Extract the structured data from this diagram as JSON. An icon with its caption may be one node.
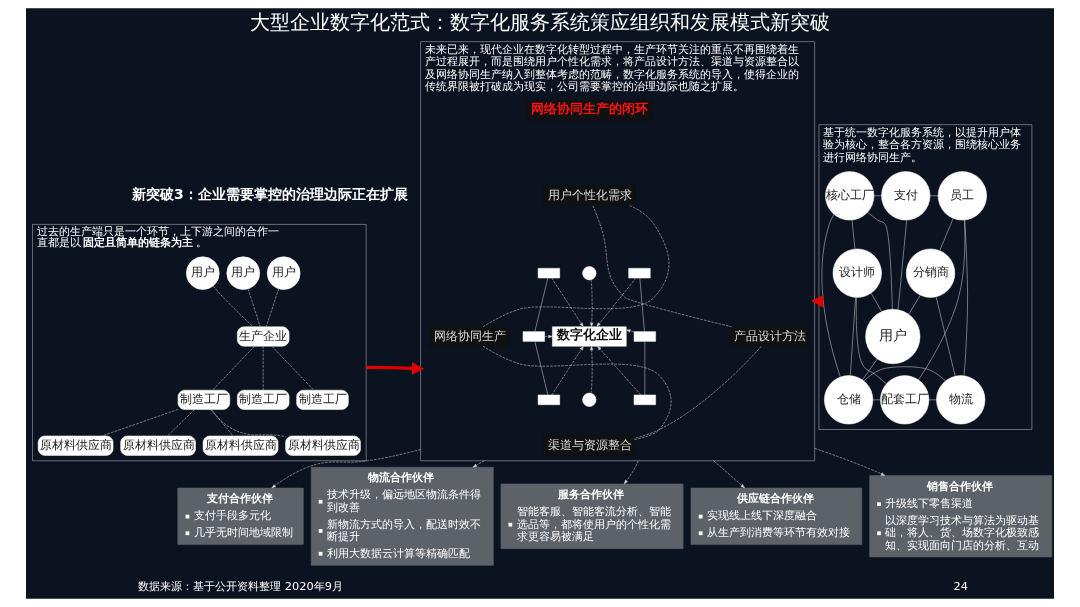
{
  "diagram": {
    "title": "大型企业数字化范式：数字化服务系统策应组织和发展模式新突破",
    "nodes": [
      {
        "text": [
          "过去的生产端只是一个环节，上下游之间的合作一直都是以**固定且简单的链条为主**。"
        ]
      },
      {
        "text": [
          "用户"
        ],
        "in": 0
      },
      {
        "text": [
          "用户"
        ],
        "in": 0
      },
      {
        "text": [
          "用户"
        ],
        "in": 0
      },
      {
        "text": [
          "生产企业"
        ],
        "in": 0
      },
      {
        "text": [
          "制造工厂"
        ],
        "in": 0
      },
      {
        "text": [
          "制造工厂"
        ],
        "in": 0
      },
      {
        "text": [
          "制造工厂"
        ],
        "in": 0
      },
      {
        "text": [
          "原材料供应商"
        ],
        "in": 0
      },
      {
        "text": [
          "原材料供应商"
        ],
        "in": 0
      },
      {
        "text": [
          "原材料供应商"
        ],
        "in": 0
      },
      {
        "text": [
          "原材料供应商"
        ],
        "in": 0
      },
      {
        "text": [
          "未来已来，现代企业在数字化转型过程中，生产环节关注的重点不再围绕着生产过程展开，而是围绕用户个性化需求，将产品设计方法、渠道与资源整合以及网络协同生产纳入到整体考虑的范畴，数字化服务系统的导入，使得企业的传统界限被打破成为现实，公司需要掌控的治理边际也随之扩展。"
        ]
      },
      {
        "text": [
          "网络协同生产的闭环"
        ],
        "in": 12
      },
      {
        "text": [
          "用户个性化需求"
        ],
        "in": 12
      },
      {
        "text": [
          "网络协同生产"
        ],
        "in": 12
      },
      {
        "text": [
          "数字化企业"
        ],
        "in": 12
      },
      {
        "text": [
          "产品设计方法"
        ],
        "in": 12
      },
      {
        "text": [
          "渠道与资源整合"
        ],
        "in": 12
      },
      {
        "text": [],
        "shape": "box",
        "in": 12
      },
      {
        "text": [],
        "shape": "circle",
        "in": 12
      },
      {
        "text": [],
        "shape": "box",
        "in": 12
      },
      {
        "text": [],
        "shape": "box",
        "in": 12
      },
      {
        "text": [],
        "shape": "box",
        "in": 12
      },
      {
        "text": [],
        "shape": "box",
        "in": 12
      },
      {
        "text": [],
        "shape": "circle",
        "in": 12
      },
      {
        "text": [],
        "shape": "box",
        "in": 12
      },
      {
        "text": [
          "基于统一数字化服务系统，以提升用户体验为核心，整合各方资源，围绕核心业务进行网络协同生产。"
        ]
      },
      {
        "text": [
          "核心工厂"
        ],
        "in": 27
      },
      {
        "text": [
          "支付"
        ],
        "in": 27
      },
      {
        "text": [
          "员工"
        ],
        "in": 27
      },
      {
        "text": [
          "设计师"
        ],
        "in": 27
      },
      {
        "text": [
          "用户"
        ],
        "in": 27
      },
      {
        "text": [
          "分销商"
        ],
        "in": 27
      },
      {
        "text": [
          "仓储"
        ],
        "in": 27
      },
      {
        "text": [
          "配套工厂"
        ],
        "in": 27
      },
      {
        "text": [
          "物流"
        ],
        "in": 27
      },
      {
        "text": [
          "支付合作伙伴",
          "支付手段多元化",
          "几乎无时间地域限制"
        ]
      },
      {
        "text": [
          "物流合作伙伴",
          "技术升级，偏远地区物流条件得到改善",
          "新物流方式的导入，配送时效不断提升",
          "利用大数据云计算等精确匹配"
        ]
      },
      {
        "text": [
          "服务合作伙伴",
          "智能客服、智能客流分析、智能选品等，都将使用户的个性化需求更容易被满足"
        ]
      },
      {
        "text": [
          "供应链合作伙伴",
          "实现线上线下深度融合",
          "从生产到消费等环节有效对接"
        ]
      },
      {
        "text": [
          "销售合作伙伴",
          "升级线下零售渠道",
          "以深度学习技术与算法为驱动基础，将人、货、场数字化极致感知、实现面向门店的分析、互动"
        ]
      }
    ],
    "edges": [
      {
        "from": 1,
        "to": 4,
        "arrow": "none",
        "style": "dashed"
      },
      {
        "from": 2,
        "to": 4,
        "arrow": "none",
        "style": "dashed"
      },
      {
        "from": 3,
        "to": 4,
        "arrow": "none",
        "style": "dashed"
      },
      {
        "from": 4,
        "to": 5,
        "arrow": "none",
        "style": "dashed"
      },
      {
        "from": 4,
        "to": 6,
        "arrow": "none",
        "style": "dashed"
      },
      {
        "from": 4,
        "to": 7,
        "arrow": "none",
        "style": "dashed"
      },
      {
        "from": 5,
        "to": 8,
        "arrow": "none",
        "style": "dashed"
      },
      {
        "from": 5,
        "to": 9,
        "arrow": "none",
        "style": "dashed"
      },
      {
        "from": 5,
        "to": 10,
        "arrow": "none",
        "style": "dashed"
      },
      {
        "from": 5,
        "to": 11,
        "arrow": "none",
        "style": "dashed"
      },
      {
        "from": 0,
        "to": 12,
        "arrow": "to",
        "style": "thick",
        "color": "#e00000"
      },
      {
        "from": 27,
        "to": 12,
        "arrow": "to",
        "style": "thick",
        "color": "#e00000"
      },
      {
        "from": 14,
        "to": 17,
        "arrow": "none",
        "style": "dashed"
      },
      {
        "from": 17,
        "to": 18,
        "arrow": "none",
        "style": "dashed"
      },
      {
        "from": 18,
        "to": 15,
        "arrow": "none",
        "style": "dashed"
      },
      {
        "from": 15,
        "to": 14,
        "arrow": "none",
        "style": "dashed"
      },
      {
        "from": 19,
        "to": 16,
        "arrow": "to",
        "style": "dashed"
      },
      {
        "from": 20,
        "to": 16,
        "arrow": "to",
        "style": "dashed"
      },
      {
        "from": 21,
        "to": 16,
        "arrow": "to",
        "style": "dashed"
      },
      {
        "from": 22,
        "to": 16,
        "arrow": "to",
        "style": "dashed"
      },
      {
        "from": 23,
        "to": 16,
        "arrow": "to",
        "style": "dashed"
      },
      {
        "from": 24,
        "to": 16,
        "arrow": "to",
        "style": "dashed"
      },
      {
        "from": 25,
        "to": 16,
        "arrow": "to",
        "style": "dashed"
      },
      {
        "from": 26,
        "to": 16,
        "arrow": "to",
        "style": "dashed"
      },
      {
        "from": 19,
        "to": 22,
        "arrow": "none"
      },
      {
        "from": 22,
        "to": 24,
        "arrow": "none"
      },
      {
        "from": 21,
        "to": 23,
        "arrow": "none"
      },
      {
        "from": 23,
        "to": 26,
        "arrow": "none"
      },
      {
        "from": 31,
        "to": 28,
        "arrow": "none"
      },
      {
        "from": 28,
        "to": 29,
        "arrow": "none"
      },
      {
        "from": 29,
        "to": 30,
        "arrow": "none"
      },
      {
        "from": 30,
        "to": 33,
        "arrow": "none"
      },
      {
        "from": 33,
        "to": 36,
        "arrow": "none"
      },
      {
        "from": 36,
        "to": 35,
        "arrow": "none"
      },
      {
        "from": 35,
        "to": 34,
        "arrow": "none"
      },
      {
        "from": 34,
        "to": 31,
        "arrow": "none"
      },
      {
        "from": 31,
        "to": 32,
        "arrow": "none"
      },
      {
        "from": 28,
        "to": 32,
        "arrow": "none"
      },
      {
        "from": 29,
        "to": 32,
        "arrow": "none"
      },
      {
        "from": 32,
        "to": 33,
        "arrow": "none"
      },
      {
        "from": 32,
        "to": 34,
        "arrow": "none"
      },
      {
        "from": 30,
        "to": 35,
        "arrow": "none"
      },
      {
        "from": 30,
        "to": 36,
        "arrow": "none"
      },
      {
        "from": 31,
        "to": 35,
        "arrow": "none"
      },
      {
        "from": 28,
        "to": 34,
        "arrow": "none"
      },
      {
        "from": 34,
        "to": 36,
        "arrow": "none"
      },
      {
        "from": 12,
        "to": 37,
        "arrow": "to",
        "style": "dashed"
      },
      {
        "from": 12,
        "to": 38,
        "arrow": "to",
        "style": "dashed"
      },
      {
        "from": 12,
        "to": 39,
        "arrow": "to",
        "style": "dashed"
      },
      {
        "from": 12,
        "to": 40,
        "arrow": "to",
        "style": "dashed"
      },
      {
        "from": 12,
        "to": 41,
        "arrow": "to",
        "style": "dashed"
      }
    ],
    "labels": [
      "新突破3：企业需要掌控的治理边际正在扩展",
      "数据来源：基于公开资料整理 2020年9月",
      "24"
    ]
  }
}
